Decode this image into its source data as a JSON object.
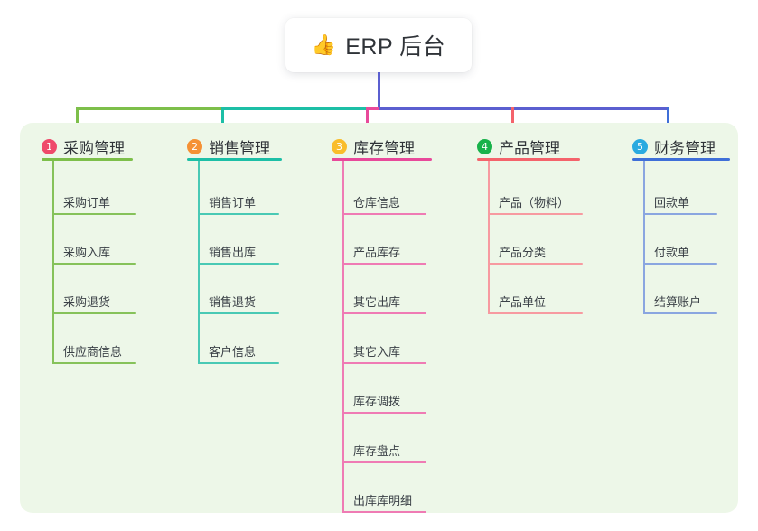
{
  "root": {
    "emoji": "👍",
    "emoji_name": "thumbs-up-icon",
    "title": "ERP 后台"
  },
  "palette": {
    "panel_bg": "#edf7e8",
    "card_bg": "#ffffff",
    "stem": "#5b5fd0",
    "bus_green": "#7dbf4a",
    "bus_teal": "#1dbfa6",
    "bus_pink": "#e8499a",
    "bus_indigo": "#5b5fd0",
    "bus_red": "#f4636b",
    "bus_blue": "#3f6fd8"
  },
  "columns": [
    {
      "index": "1",
      "title": "采购管理",
      "badge_color": "#ef4a6b",
      "accent": "#7dbf4a",
      "leaf_accent": "#86c25a",
      "items": [
        "采购订单",
        "采购入库",
        "采购退货",
        "供应商信息"
      ]
    },
    {
      "index": "2",
      "title": "销售管理",
      "badge_color": "#f59134",
      "accent": "#1dbfa6",
      "leaf_accent": "#49c9b4",
      "items": [
        "销售订单",
        "销售出库",
        "销售退货",
        "客户信息"
      ]
    },
    {
      "index": "3",
      "title": "库存管理",
      "badge_color": "#f9bd2b",
      "accent": "#e8499a",
      "leaf_accent": "#ef7bb4",
      "items": [
        "仓库信息",
        "产品库存",
        "其它出库",
        "其它入库",
        "库存调拨",
        "库存盘点",
        "出库库明细"
      ]
    },
    {
      "index": "4",
      "title": "产品管理",
      "badge_color": "#18b24a",
      "accent": "#f4636b",
      "leaf_accent": "#f79aa0",
      "items": [
        "产品（物料）",
        "产品分类",
        "产品单位"
      ]
    },
    {
      "index": "5",
      "title": "财务管理",
      "badge_color": "#2aaae0",
      "accent": "#3f6fd8",
      "leaf_accent": "#8aa6e0",
      "items": [
        "回款单",
        "付款单",
        "结算账户"
      ]
    }
  ]
}
